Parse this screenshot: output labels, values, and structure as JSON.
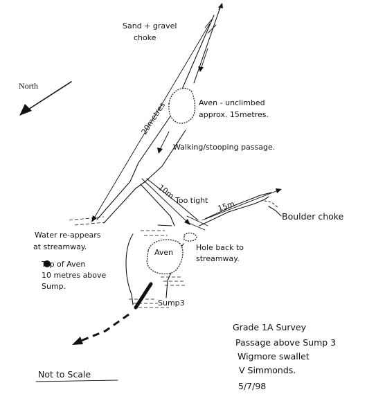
{
  "labels": {
    "sand_gravel": [
      "Sand + gravel",
      "choke"
    ],
    "north": "North",
    "aven_unclimbed": [
      "Aven - unclimbed",
      "approx. 15metres."
    ],
    "walking_passage": "Walking/stooping passage.",
    "twenty_metres": "20metres",
    "ten_m": "10m",
    "too_tight": "Too tight",
    "fifteen_m": "15m",
    "boulder_choke": "Boulder choke",
    "water_reappears": [
      "Water re-appears",
      "at streamway."
    ],
    "aven": "Aven",
    "hole_back": [
      "Hole back to",
      "streamway."
    ],
    "top_of_aven": [
      "Top of Aven",
      "10 metres above",
      "Sump."
    ],
    "sump3": "Sump3",
    "not_to_scale": "Not to Scale",
    "survey_notes": [
      "Grade 1A Survey",
      "Passage above Sump 3",
      "Wigmore swallet",
      "V Simmonds.",
      "5/7/98"
    ]
  }
}
